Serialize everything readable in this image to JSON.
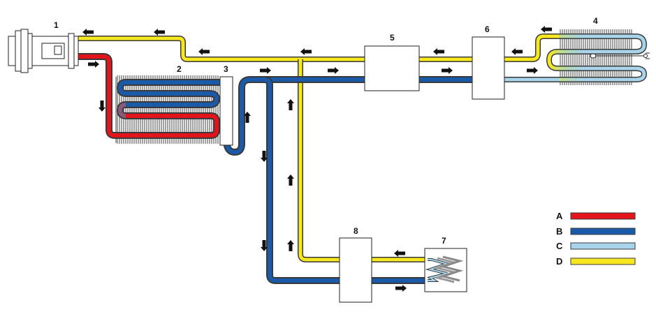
{
  "component_labels": {
    "compressor": "1",
    "condenser": "2",
    "receiver_drier": "3",
    "evaporator_front": "4",
    "component_5": "5",
    "component_6": "6",
    "evaporator_rear": "7",
    "component_8": "8"
  },
  "legend": [
    {
      "key": "A",
      "color": "#e3141b"
    },
    {
      "key": "B",
      "color": "#1a5aa8"
    },
    {
      "key": "C",
      "color": "#a8d4ec"
    },
    {
      "key": "D",
      "color": "#f6e71e"
    }
  ],
  "colors": {
    "high_pressure_gas": "#e3141b",
    "high_pressure_liquid": "#1a5aa8",
    "low_pressure_liquid": "#a8d4ec",
    "low_pressure_gas": "#f6e71e",
    "outline": "#3a3a3a",
    "fins": "#555555"
  },
  "icons": {
    "flow_arrow": "black-block-arrow",
    "compressor": "compressor-drawing",
    "expansion_valve": "expansion-valve-icon"
  }
}
